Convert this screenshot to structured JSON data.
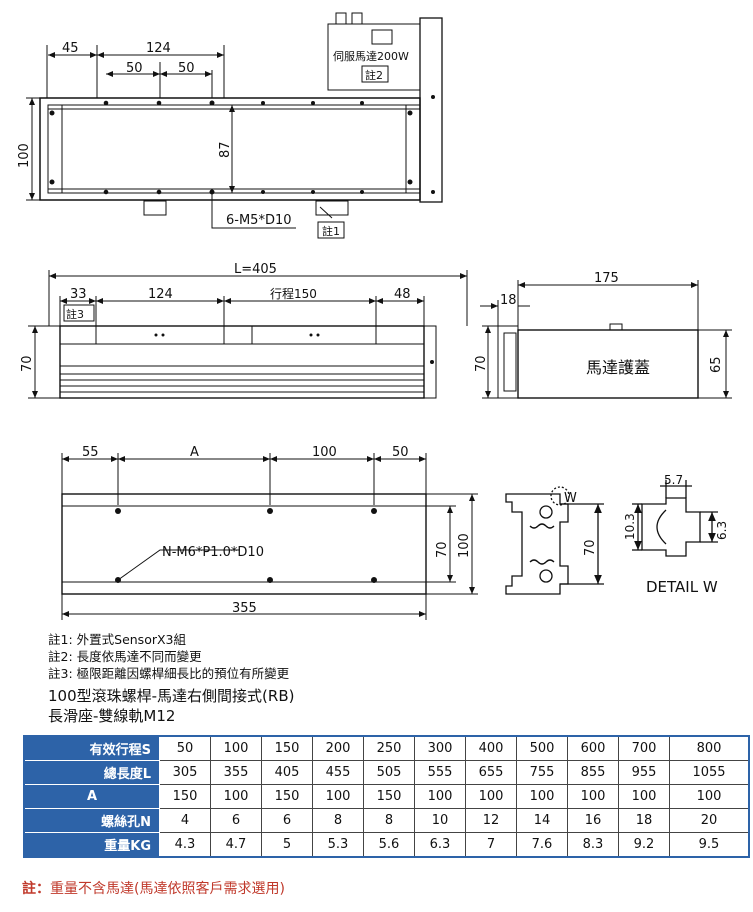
{
  "top_view": {
    "dim_45": "45",
    "dim_124": "124",
    "dim_50a": "50",
    "dim_50b": "50",
    "dim_100": "100",
    "dim_87": "87",
    "hole_callout": "6-M5*D10",
    "note1_tag": "註1",
    "motor_label": "伺服馬達200W",
    "note2_tag": "註2"
  },
  "side_view": {
    "length_label": "L=405",
    "dim_33": "33",
    "dim_124": "124",
    "stroke_label": "行程150",
    "dim_48": "48",
    "note3_tag": "註3",
    "dim_70": "70",
    "cover_width": "175",
    "dim_18": "18",
    "dim_70b": "70",
    "dim_65": "65",
    "cover_label": "馬達護蓋"
  },
  "base_view": {
    "dim_55": "55",
    "dim_A": "A",
    "dim_100": "100",
    "dim_50": "50",
    "hole_callout": "N-M6*P1.0*D10",
    "dim_355": "355",
    "dim_70": "70",
    "dim_100b": "100",
    "profile_W": "W",
    "profile_70": "70",
    "detail_57": "5.7",
    "detail_103": "10.3",
    "detail_63": "6.3",
    "detail_label": "DETAIL  W"
  },
  "notes": [
    "註1: 外置式SensorX3組",
    "註2: 長度依馬達不同而變更",
    "註3: 極限距離因螺桿細長比的預位有所變更"
  ],
  "titles": [
    "100型滾珠螺桿-馬達右側間接式(RB)",
    "長滑座-雙線軌M12"
  ],
  "spec_table": {
    "rows": [
      {
        "label": "有效行程S",
        "values": [
          "50",
          "100",
          "150",
          "200",
          "250",
          "300",
          "400",
          "500",
          "600",
          "700",
          "800"
        ]
      },
      {
        "label": "總長度L",
        "values": [
          "305",
          "355",
          "405",
          "455",
          "505",
          "555",
          "655",
          "755",
          "855",
          "955",
          "1055"
        ]
      },
      {
        "label": "A",
        "values": [
          "150",
          "100",
          "150",
          "100",
          "150",
          "100",
          "100",
          "100",
          "100",
          "100",
          "100"
        ]
      },
      {
        "label": "螺絲孔N",
        "values": [
          "4",
          "6",
          "6",
          "8",
          "8",
          "10",
          "12",
          "14",
          "16",
          "18",
          "20"
        ]
      },
      {
        "label": "重量KG",
        "values": [
          "4.3",
          "4.7",
          "5",
          "5.3",
          "5.6",
          "6.3",
          "7",
          "7.6",
          "8.3",
          "9.2",
          "9.5"
        ]
      }
    ]
  },
  "footnote": {
    "prefix": "註：",
    "text": "重量不含馬達(馬達依照客戶需求選用)"
  },
  "colors": {
    "header_bg": "#2d63a8",
    "footnote": "#c0392b"
  }
}
